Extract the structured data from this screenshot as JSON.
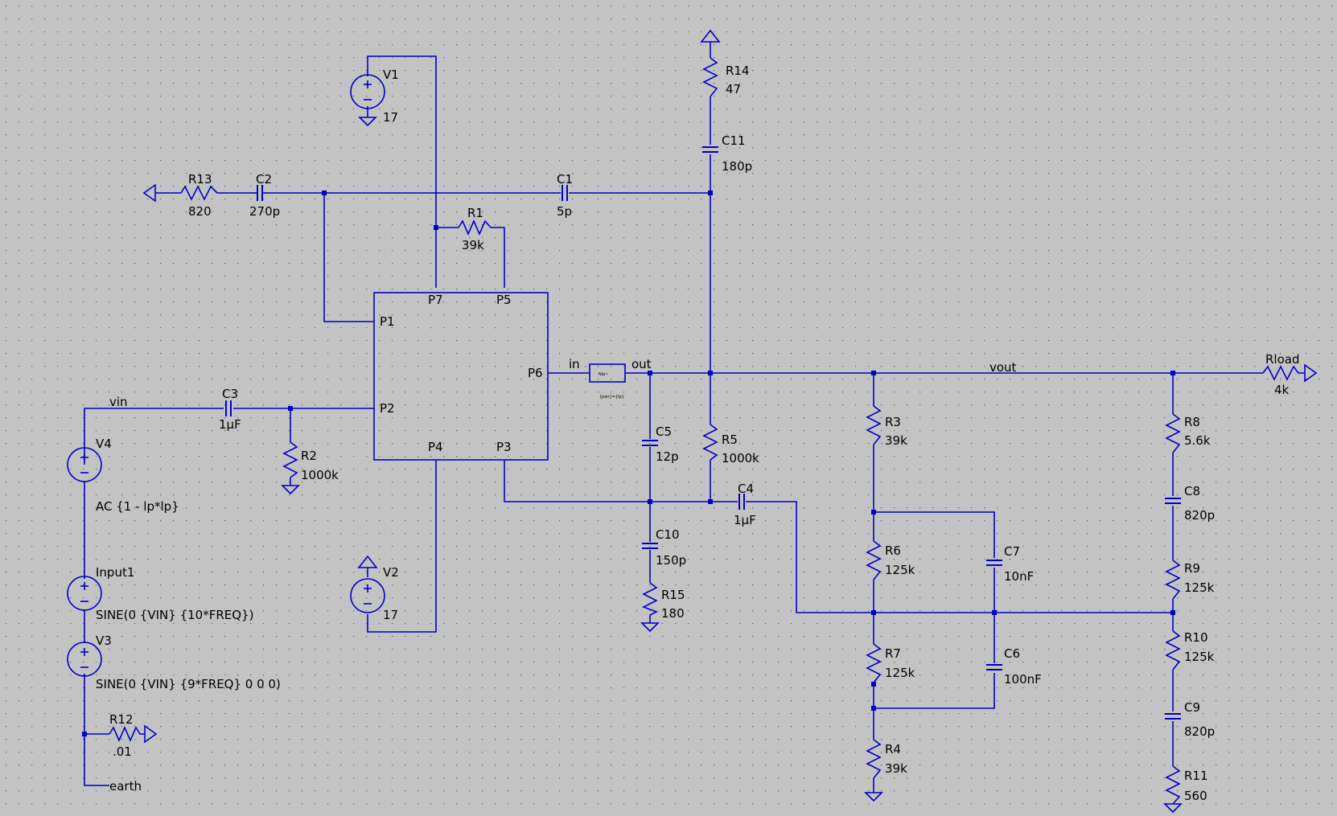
{
  "schematic": {
    "components": [
      {
        "ref": "V1",
        "value": "17"
      },
      {
        "ref": "V2",
        "value": "17"
      },
      {
        "ref": "V3",
        "value": "SINE(0 {VIN} {9*FREQ} 0 0 0)"
      },
      {
        "ref": "V4",
        "value": "AC {1 - lp*lp}"
      },
      {
        "ref": "Input1",
        "value": "SINE(0 {VIN} {10*FREQ})"
      },
      {
        "ref": "R1",
        "value": "39k"
      },
      {
        "ref": "R2",
        "value": "1000k"
      },
      {
        "ref": "R3",
        "value": "39k"
      },
      {
        "ref": "R4",
        "value": "39k"
      },
      {
        "ref": "R5",
        "value": "1000k"
      },
      {
        "ref": "R6",
        "value": "125k"
      },
      {
        "ref": "R7",
        "value": "125k"
      },
      {
        "ref": "R8",
        "value": "5.6k"
      },
      {
        "ref": "R9",
        "value": "125k"
      },
      {
        "ref": "R10",
        "value": "125k"
      },
      {
        "ref": "R11",
        "value": "560"
      },
      {
        "ref": "R12",
        "value": ".01"
      },
      {
        "ref": "R13",
        "value": "820"
      },
      {
        "ref": "R14",
        "value": "47"
      },
      {
        "ref": "R15",
        "value": "180"
      },
      {
        "ref": "Rload",
        "value": "4k"
      },
      {
        "ref": "C1",
        "value": "5p"
      },
      {
        "ref": "C2",
        "value": "270p"
      },
      {
        "ref": "C3",
        "value": "1µF"
      },
      {
        "ref": "C4",
        "value": "1µF"
      },
      {
        "ref": "C5",
        "value": "12p"
      },
      {
        "ref": "C6",
        "value": "100nF"
      },
      {
        "ref": "C7",
        "value": "10nF"
      },
      {
        "ref": "C8",
        "value": "820p"
      },
      {
        "ref": "C9",
        "value": "820p"
      },
      {
        "ref": "C10",
        "value": "150p"
      },
      {
        "ref": "C11",
        "value": "180p"
      }
    ],
    "pins": [
      "P1",
      "P2",
      "P3",
      "P4",
      "P5",
      "P6",
      "P7"
    ],
    "nets": {
      "vin": "vin",
      "vout": "vout",
      "earth": "earth",
      "in": "in",
      "out": "out"
    },
    "block": {
      "label": "Nlp~",
      "sublabel": "{pwr}={lp}"
    },
    "colors": {
      "background": "#c3c3c3",
      "wire": "#0000c8",
      "text": "#000000"
    }
  }
}
